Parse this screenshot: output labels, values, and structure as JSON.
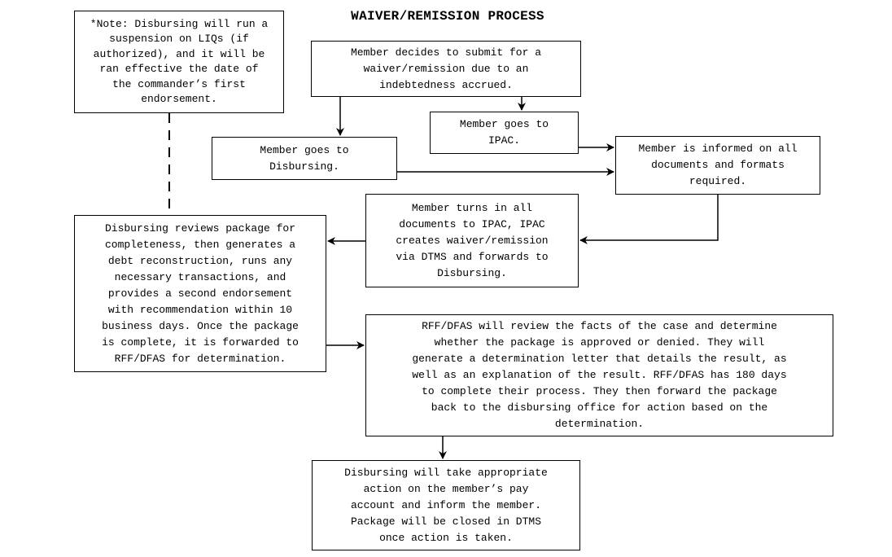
{
  "title": "WAIVER/REMISSION PROCESS",
  "boxes": {
    "note": [
      "*Note: Disbursing will run a",
      "suspension on LIQs (if",
      "authorized), and it will be",
      "ran effective the date of",
      "the commander’s first",
      "endorsement."
    ],
    "decide": [
      "Member decides to submit for a",
      "waiver/remission due to an",
      "indebtedness accrued."
    ],
    "ipac": [
      "Member goes to",
      "IPAC."
    ],
    "disbursing": [
      "Member goes to",
      "Disbursing."
    ],
    "informed": [
      "Member is informed on all",
      "documents and formats",
      "required."
    ],
    "turn_in": [
      "Member turns in all",
      "documents to IPAC, IPAC",
      "creates waiver/remission",
      "via DTMS and forwards to",
      "Disbursing."
    ],
    "review": [
      "Disbursing reviews package for",
      "completeness, then generates a",
      "debt reconstruction, runs any",
      "necessary transactions, and",
      "provides a second endorsement",
      "with recommendation within 10",
      "business days. Once the package",
      "is complete, it is forwarded to",
      "RFF/DFAS for determination."
    ],
    "rff": [
      "RFF/DFAS will review the facts of the case and determine",
      "whether the package is approved or denied. They will",
      "generate a determination letter that details the result, as",
      "well as an explanation of the result. RFF/DFAS has 180 days",
      "to complete their process. They then forward the package",
      "back to the disbursing office for action based on the",
      "determination."
    ],
    "final": [
      "Disbursing will take appropriate",
      "action on the member’s pay",
      "account and inform the member.",
      "Package will be closed in DTMS",
      "once action is taken."
    ]
  }
}
